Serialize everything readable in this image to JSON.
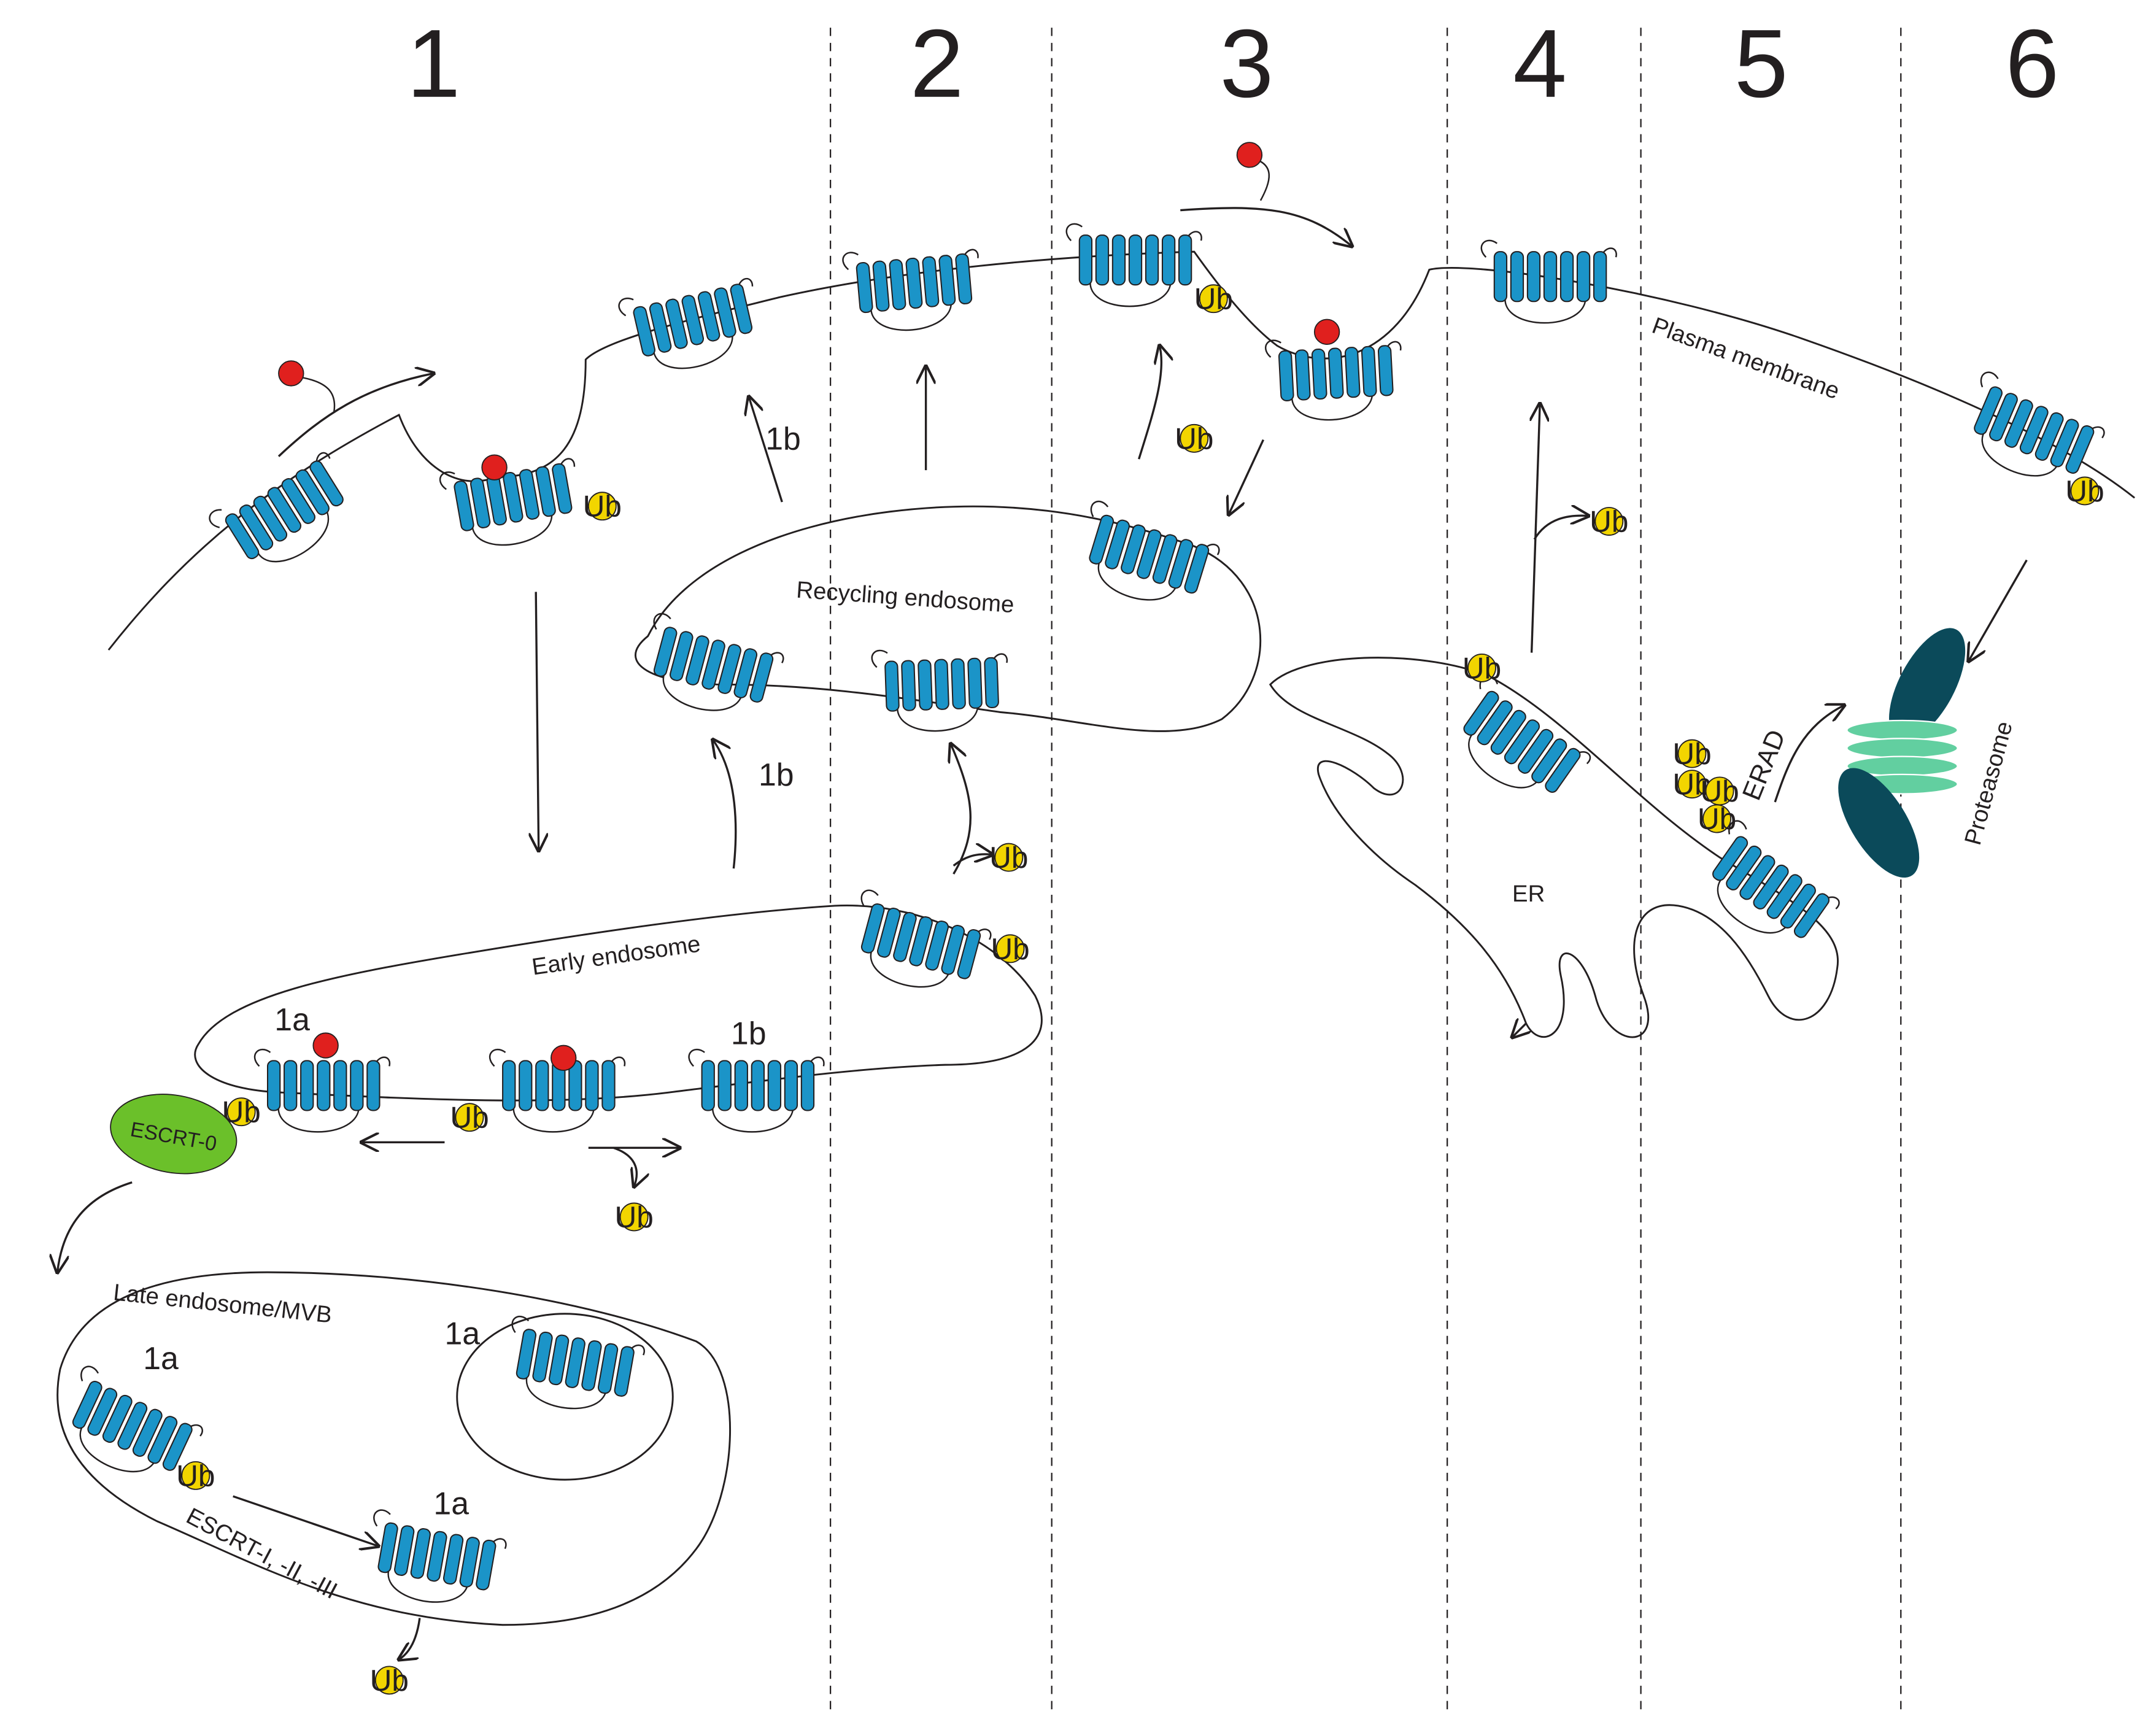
{
  "columns": [
    "1",
    "2",
    "3",
    "4",
    "5",
    "6"
  ],
  "compartments": {
    "plasma_membrane": "Plasma membrane",
    "recycling_endosome": "Recycling endosome",
    "early_endosome": "Early endosome",
    "late_endosome": "Late endosome/MVB",
    "er": "ER",
    "proteasome": "Proteasome"
  },
  "complexes": {
    "escrt0": "ESCRT-0",
    "escrt_rest": "ESCRT-I, -II, -III",
    "erad": "ERAD"
  },
  "pathway_labels": {
    "p1b": "1b",
    "p1a": "1a"
  },
  "ubiquitin_label": "Ub",
  "colors": {
    "receptor": "#1b94c8",
    "ubiquitin": "#f2d500",
    "ligand": "#e0201e",
    "escrt0": "#6bc02a",
    "proteasome_cap": "#0b4a5a",
    "proteasome_core": "#62cfa0"
  }
}
